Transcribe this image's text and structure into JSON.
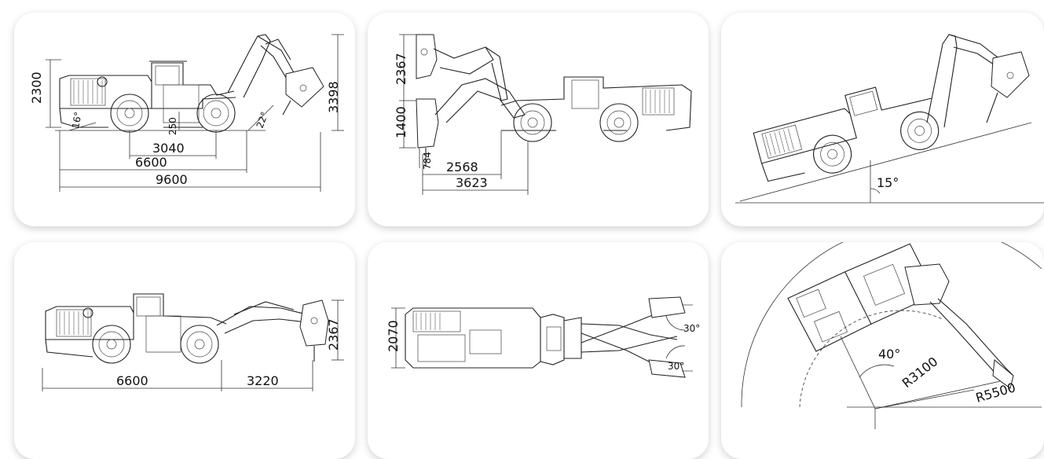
{
  "panels": [
    {
      "id": "side-view-dimensions",
      "labels": {
        "h1": "2300",
        "h2": "3398",
        "ang1": "16°",
        "ang2": "22°",
        "gc": "250",
        "wb": "3040",
        "len1": "6600",
        "len2": "9600"
      }
    },
    {
      "id": "boom-reach-view",
      "labels": {
        "up": "2367",
        "down": "1400",
        "depth": "784",
        "reach1": "2568",
        "reach2": "3623"
      }
    },
    {
      "id": "slope-view",
      "labels": {
        "slope": "15°"
      }
    },
    {
      "id": "transport-view",
      "labels": {
        "len1": "6600",
        "len2": "3220",
        "h": "2367"
      }
    },
    {
      "id": "top-view-swing",
      "labels": {
        "width": "2070",
        "swing1": "30°",
        "swing2": "30°"
      }
    },
    {
      "id": "turning-radius-view",
      "labels": {
        "ang": "40°",
        "r1": "R3100",
        "r2": "R5500"
      }
    }
  ]
}
